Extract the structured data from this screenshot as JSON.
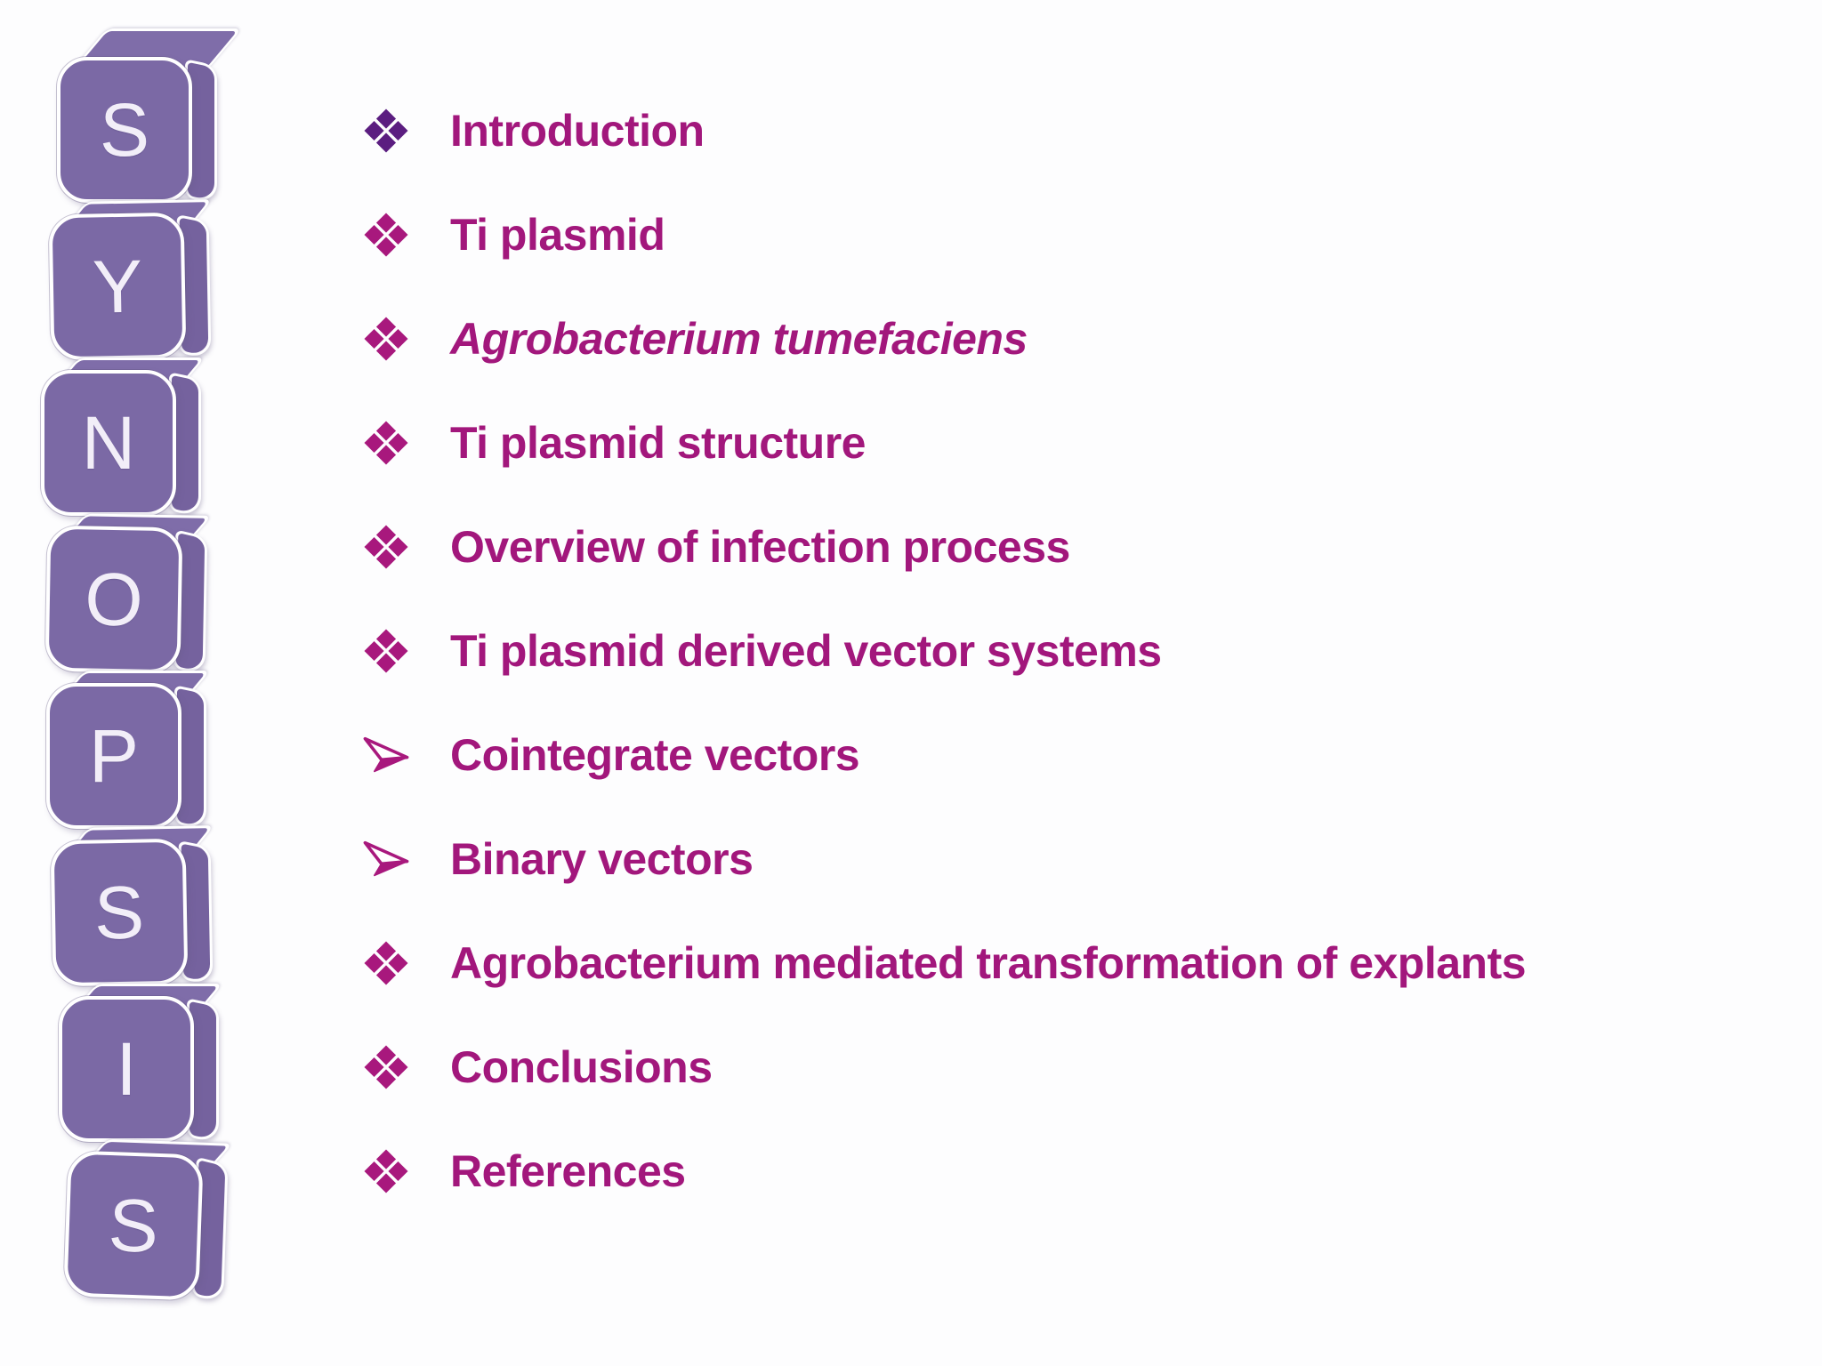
{
  "slide": {
    "title_word": "SYNOPSIS",
    "colors": {
      "background": "#fdfdfe",
      "text": "#a2177c",
      "bullet": "#a8187d",
      "bullet_intro": "#5b1d80",
      "block_face": "#7b69a5",
      "block_side": "#75629e",
      "block_top": "#7f6da9",
      "block_letter": "#f2eef8"
    },
    "letters": [
      "S",
      "Y",
      "N",
      "O",
      "P",
      "S",
      "I",
      "S"
    ],
    "agenda": [
      {
        "label": "Introduction",
        "bullet": "diamond",
        "bullet_variant": "intro"
      },
      {
        "label": "Ti plasmid",
        "bullet": "diamond"
      },
      {
        "label": "Agrobacterium tumefaciens",
        "bullet": "diamond",
        "italic": true
      },
      {
        "label": "Ti plasmid structure",
        "bullet": "diamond"
      },
      {
        "label": "Overview of infection process",
        "bullet": "diamond"
      },
      {
        "label": "Ti plasmid derived vector systems",
        "bullet": "diamond"
      },
      {
        "label": "Cointegrate vectors",
        "bullet": "arrow"
      },
      {
        "label": "Binary vectors",
        "bullet": "arrow"
      },
      {
        "label": "Agrobacterium mediated transformation of explants",
        "bullet": "diamond"
      },
      {
        "label": "Conclusions",
        "bullet": "diamond"
      },
      {
        "label": "References",
        "bullet": "diamond"
      }
    ]
  }
}
